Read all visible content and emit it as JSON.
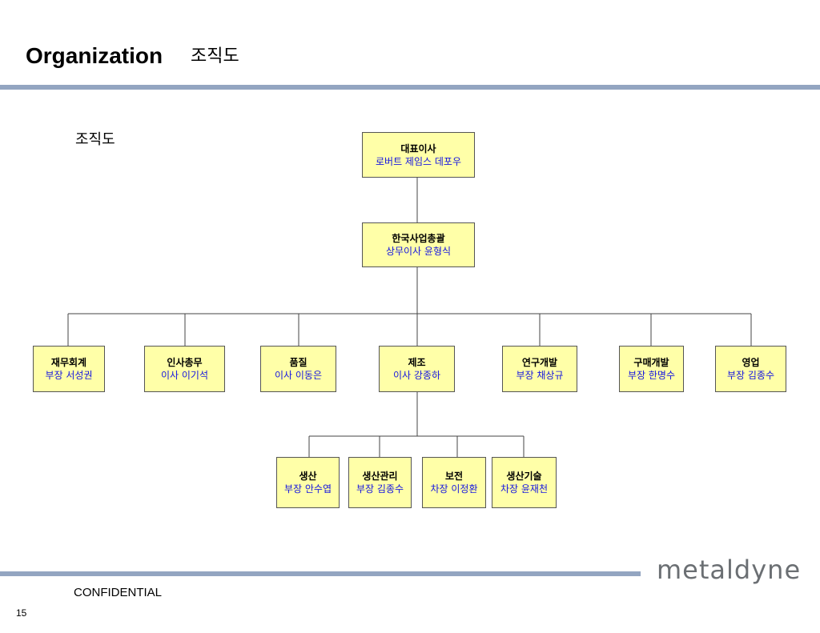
{
  "header": {
    "title_en": "Organization",
    "title_ko": "조직도"
  },
  "subtitle": "조직도",
  "org_chart": {
    "ceo": {
      "role": "대표이사",
      "person": "로버트 제임스 데포우"
    },
    "korea_head": {
      "role": "한국사업총괄",
      "person": "상무이사 윤형식"
    },
    "departments": [
      {
        "role": "재무회계",
        "person": "부장 서성권"
      },
      {
        "role": "인사총무",
        "person": "이사 이기석"
      },
      {
        "role": "품질",
        "person": "이사 이동은"
      },
      {
        "role": "제조",
        "person": "이사 강종하"
      },
      {
        "role": "연구개발",
        "person": "부장 채상규"
      },
      {
        "role": "구매개발",
        "person": "부장 한명수"
      },
      {
        "role": "영업",
        "person": "부장 김종수"
      }
    ],
    "manufacturing_units": [
      {
        "role": "생산",
        "person": "부장 안수엽"
      },
      {
        "role": "생산관리",
        "person": "부장 김종수"
      },
      {
        "role": "보전",
        "person": "차장 이정환"
      },
      {
        "role": "생산기술",
        "person": "차장 윤재천"
      }
    ]
  },
  "footer": {
    "confidential": "CONFIDENTIAL",
    "page_number": "15",
    "logo_text": "metaldyne"
  },
  "colors": {
    "node_fill": "#ffffa8",
    "person_text": "#1515e0",
    "rule": "#93a5c1",
    "logo": "#6b6f73"
  }
}
